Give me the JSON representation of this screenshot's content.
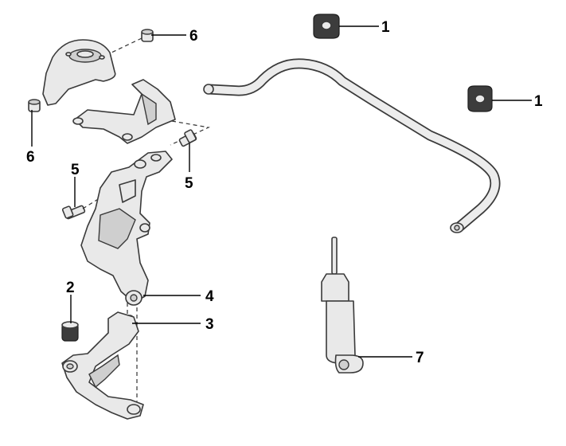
{
  "callouts": {
    "c1a": "1",
    "c1b": "1",
    "c2": "2",
    "c3": "3",
    "c4": "4",
    "c5a": "5",
    "c5b": "5",
    "c6a": "6",
    "c6b": "6",
    "c7": "7"
  },
  "colors": {
    "part_fill": "#e9e9e9",
    "outline": "#3a3a3a",
    "bushing_dark": "#3c3c3c",
    "leader": "#000000"
  }
}
